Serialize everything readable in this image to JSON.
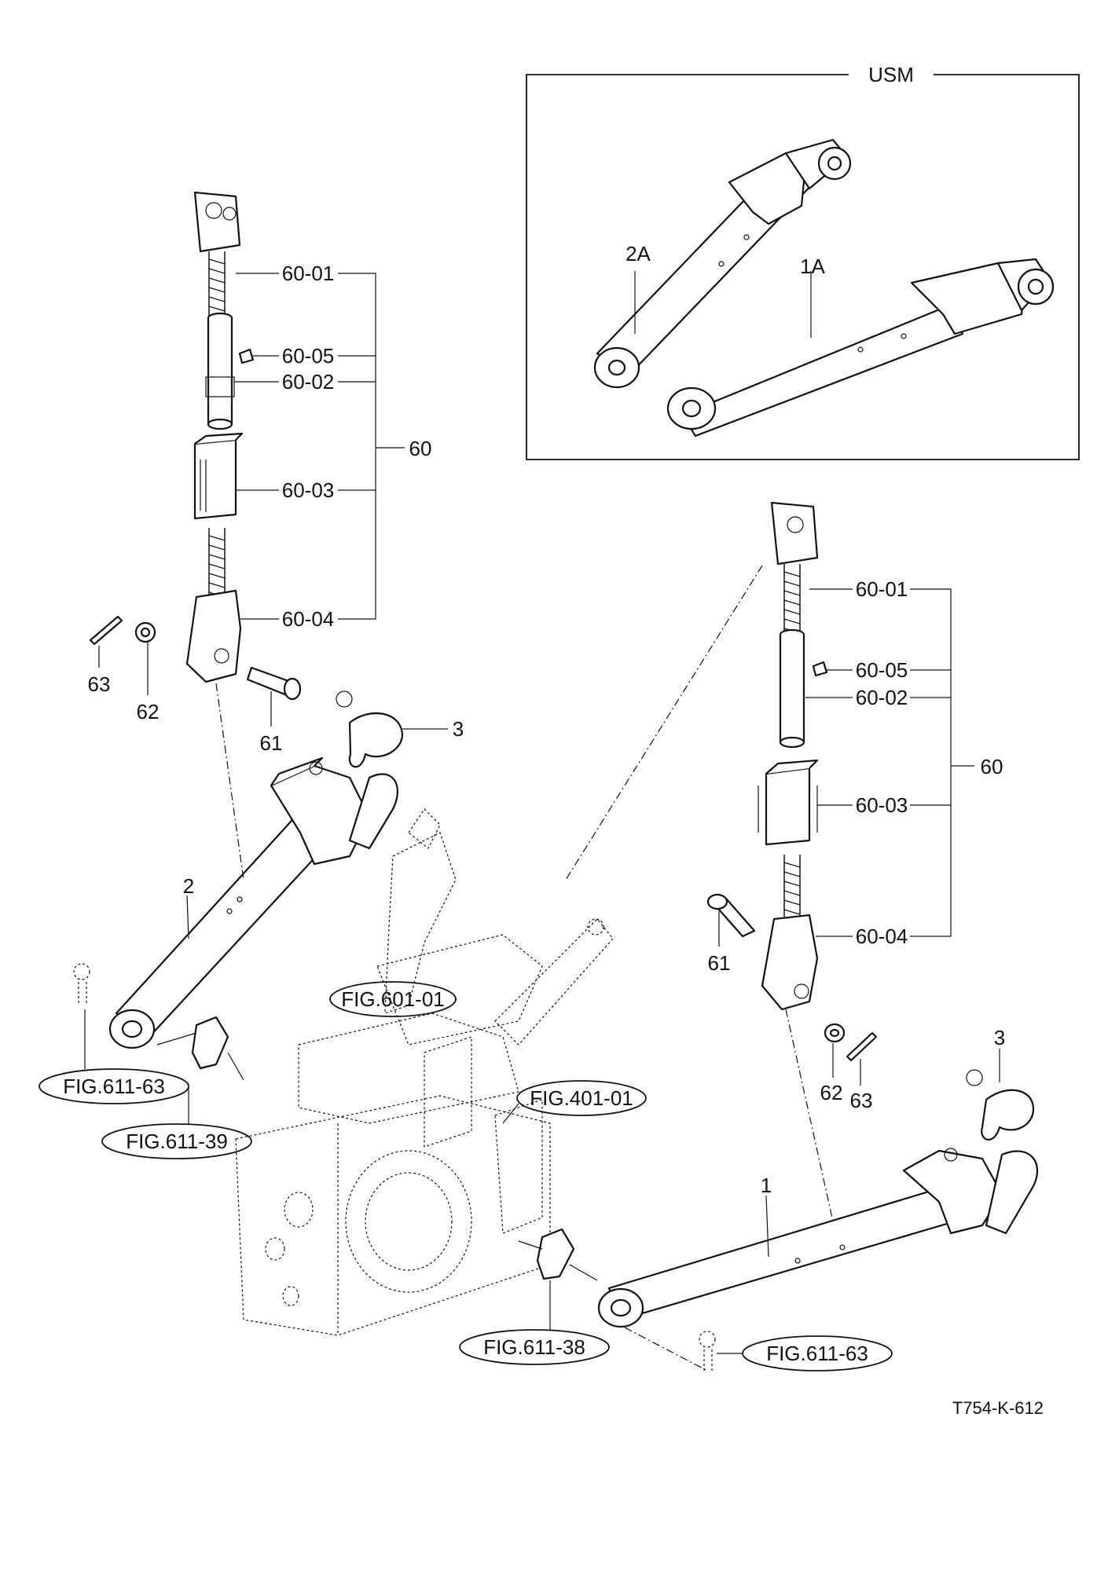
{
  "inset": {
    "title": "USM",
    "labels": [
      "2A",
      "1A"
    ]
  },
  "left_assembly": {
    "callouts": [
      "60-01",
      "60-05",
      "60-02",
      "60-03",
      "60-04"
    ],
    "group": "60",
    "small_parts": [
      "63",
      "62",
      "61",
      "3"
    ],
    "arm": "2"
  },
  "right_assembly": {
    "callouts": [
      "60-01",
      "60-05",
      "60-02",
      "60-03",
      "60-04"
    ],
    "group": "60",
    "small_parts": [
      "61",
      "62",
      "63",
      "3"
    ],
    "arm": "1"
  },
  "figure_refs": {
    "fig_601_01": "FIG.601-01",
    "fig_611_63_left": "FIG.611-63",
    "fig_611_39": "FIG.611-39",
    "fig_401_01": "FIG.401-01",
    "fig_611_38": "FIG.611-38",
    "fig_611_63_right": "FIG.611-63"
  },
  "drawing_code": "T754-K-612"
}
